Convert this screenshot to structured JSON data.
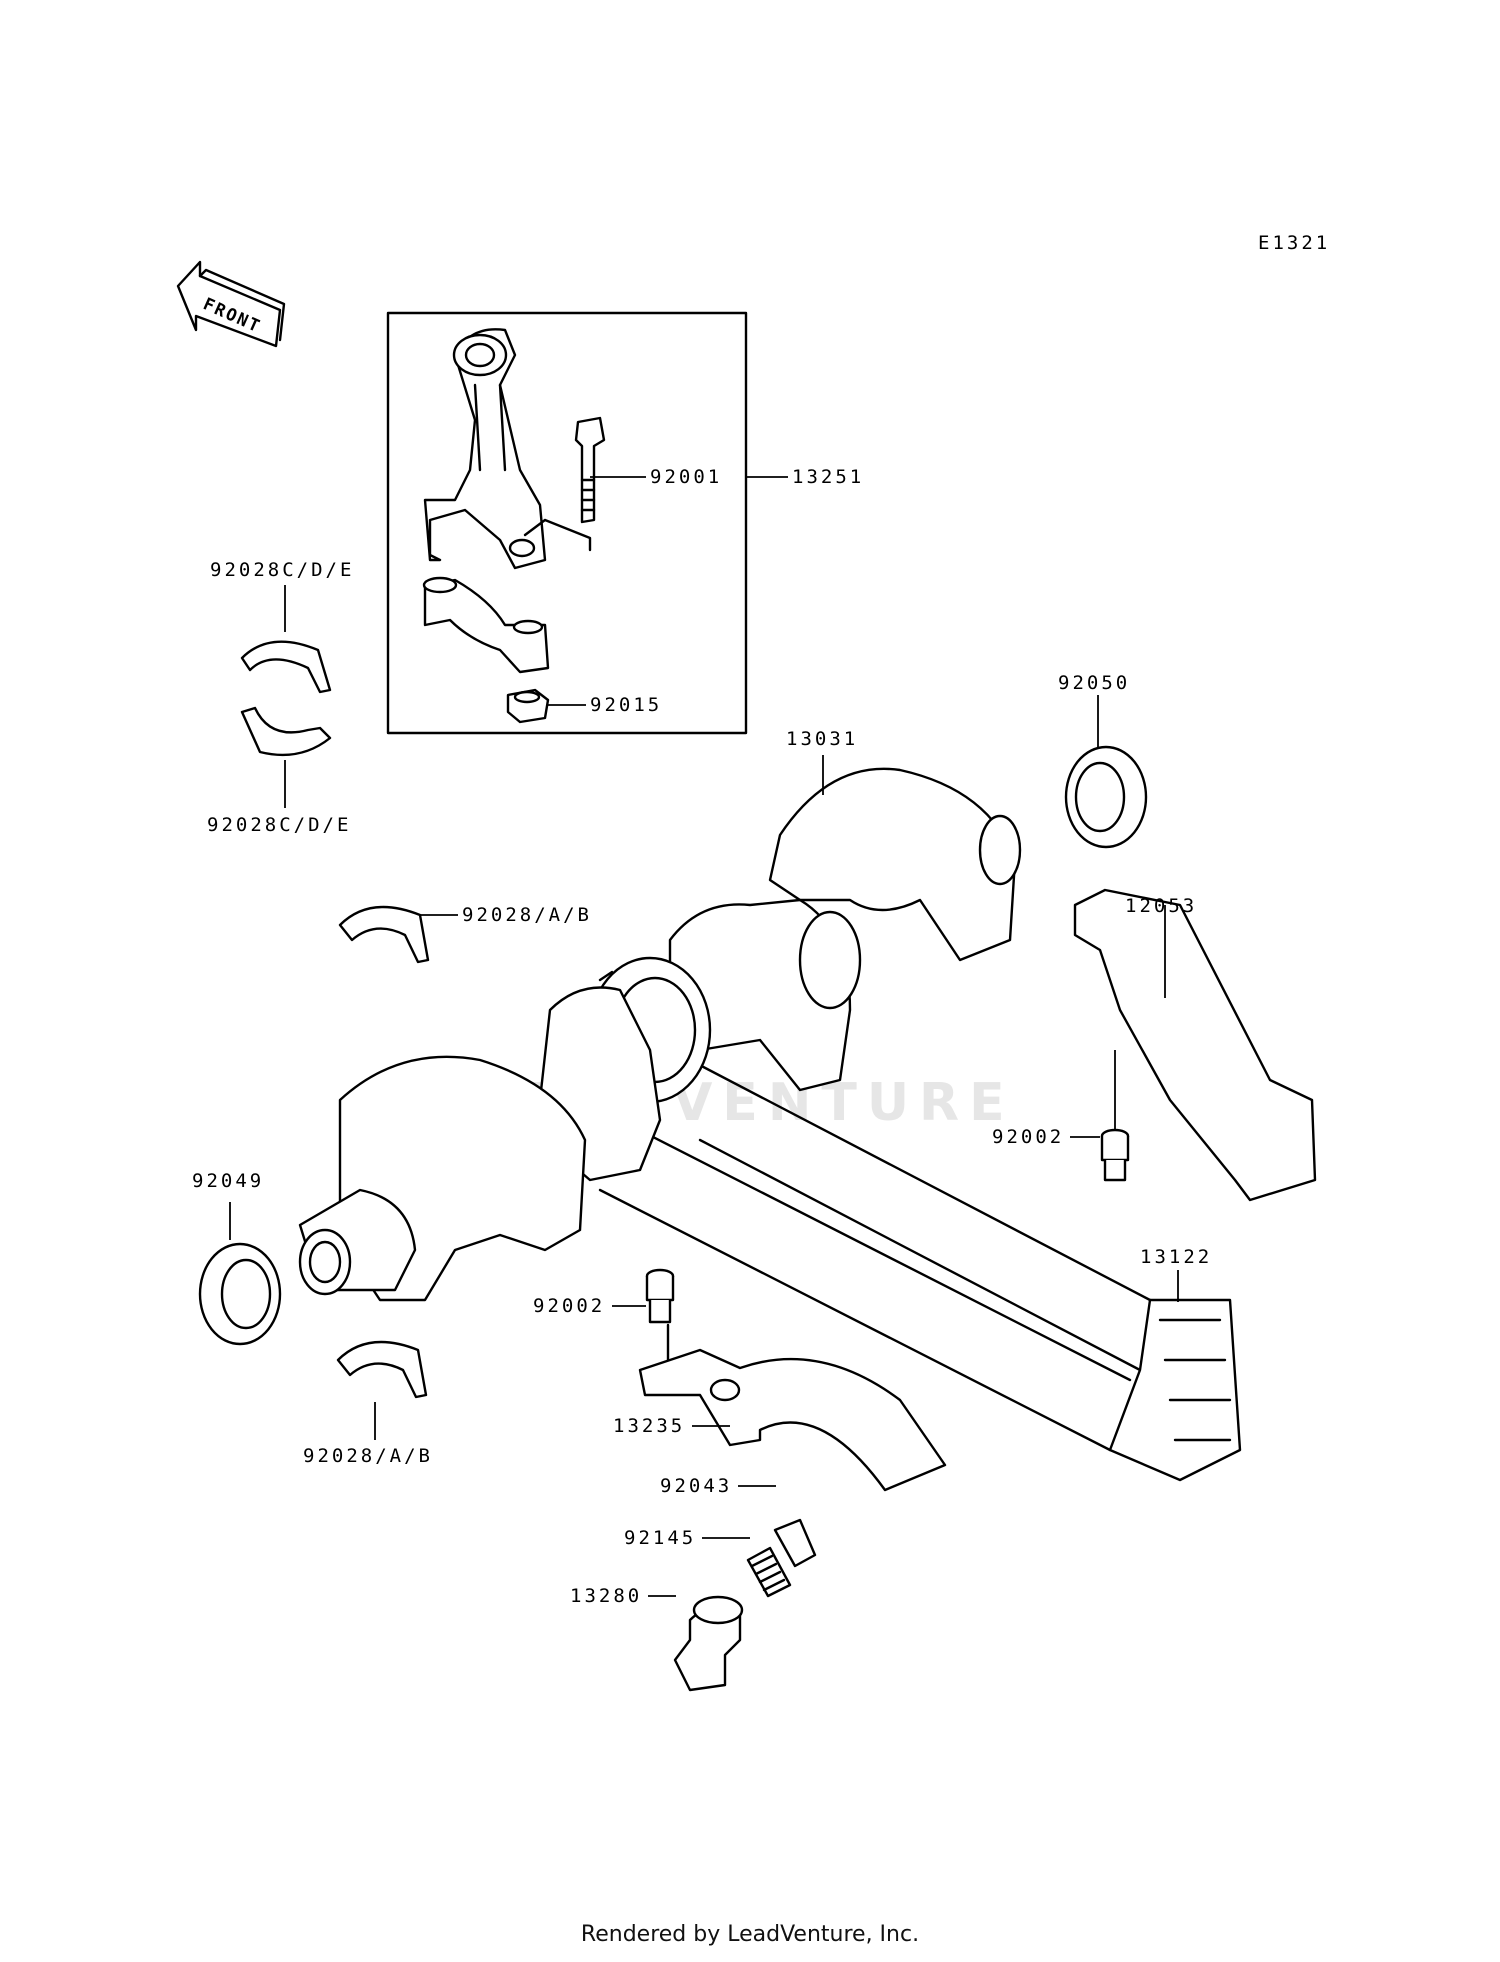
{
  "diagram_code": "E1321",
  "front_label": "FRONT",
  "watermark": "LEADVENTURE",
  "footer": "Rendered by LeadVenture, Inc.",
  "parts": [
    {
      "id": "p13251",
      "number": "13251"
    },
    {
      "id": "p92001",
      "number": "92001"
    },
    {
      "id": "p92015",
      "number": "92015"
    },
    {
      "id": "p92028cde_top",
      "number": "92028C/D/E"
    },
    {
      "id": "p92028cde_bot",
      "number": "92028C/D/E"
    },
    {
      "id": "p92028ab_top",
      "number": "92028/A/B"
    },
    {
      "id": "p92028ab_bot",
      "number": "92028/A/B"
    },
    {
      "id": "p13031",
      "number": "13031"
    },
    {
      "id": "p92050",
      "number": "92050"
    },
    {
      "id": "p12053",
      "number": "12053"
    },
    {
      "id": "p92002_right",
      "number": "92002"
    },
    {
      "id": "p92049",
      "number": "92049"
    },
    {
      "id": "p13122",
      "number": "13122"
    },
    {
      "id": "p92002_left",
      "number": "92002"
    },
    {
      "id": "p13235",
      "number": "13235"
    },
    {
      "id": "p92043",
      "number": "92043"
    },
    {
      "id": "p92145",
      "number": "92145"
    },
    {
      "id": "p13280",
      "number": "13280"
    }
  ]
}
